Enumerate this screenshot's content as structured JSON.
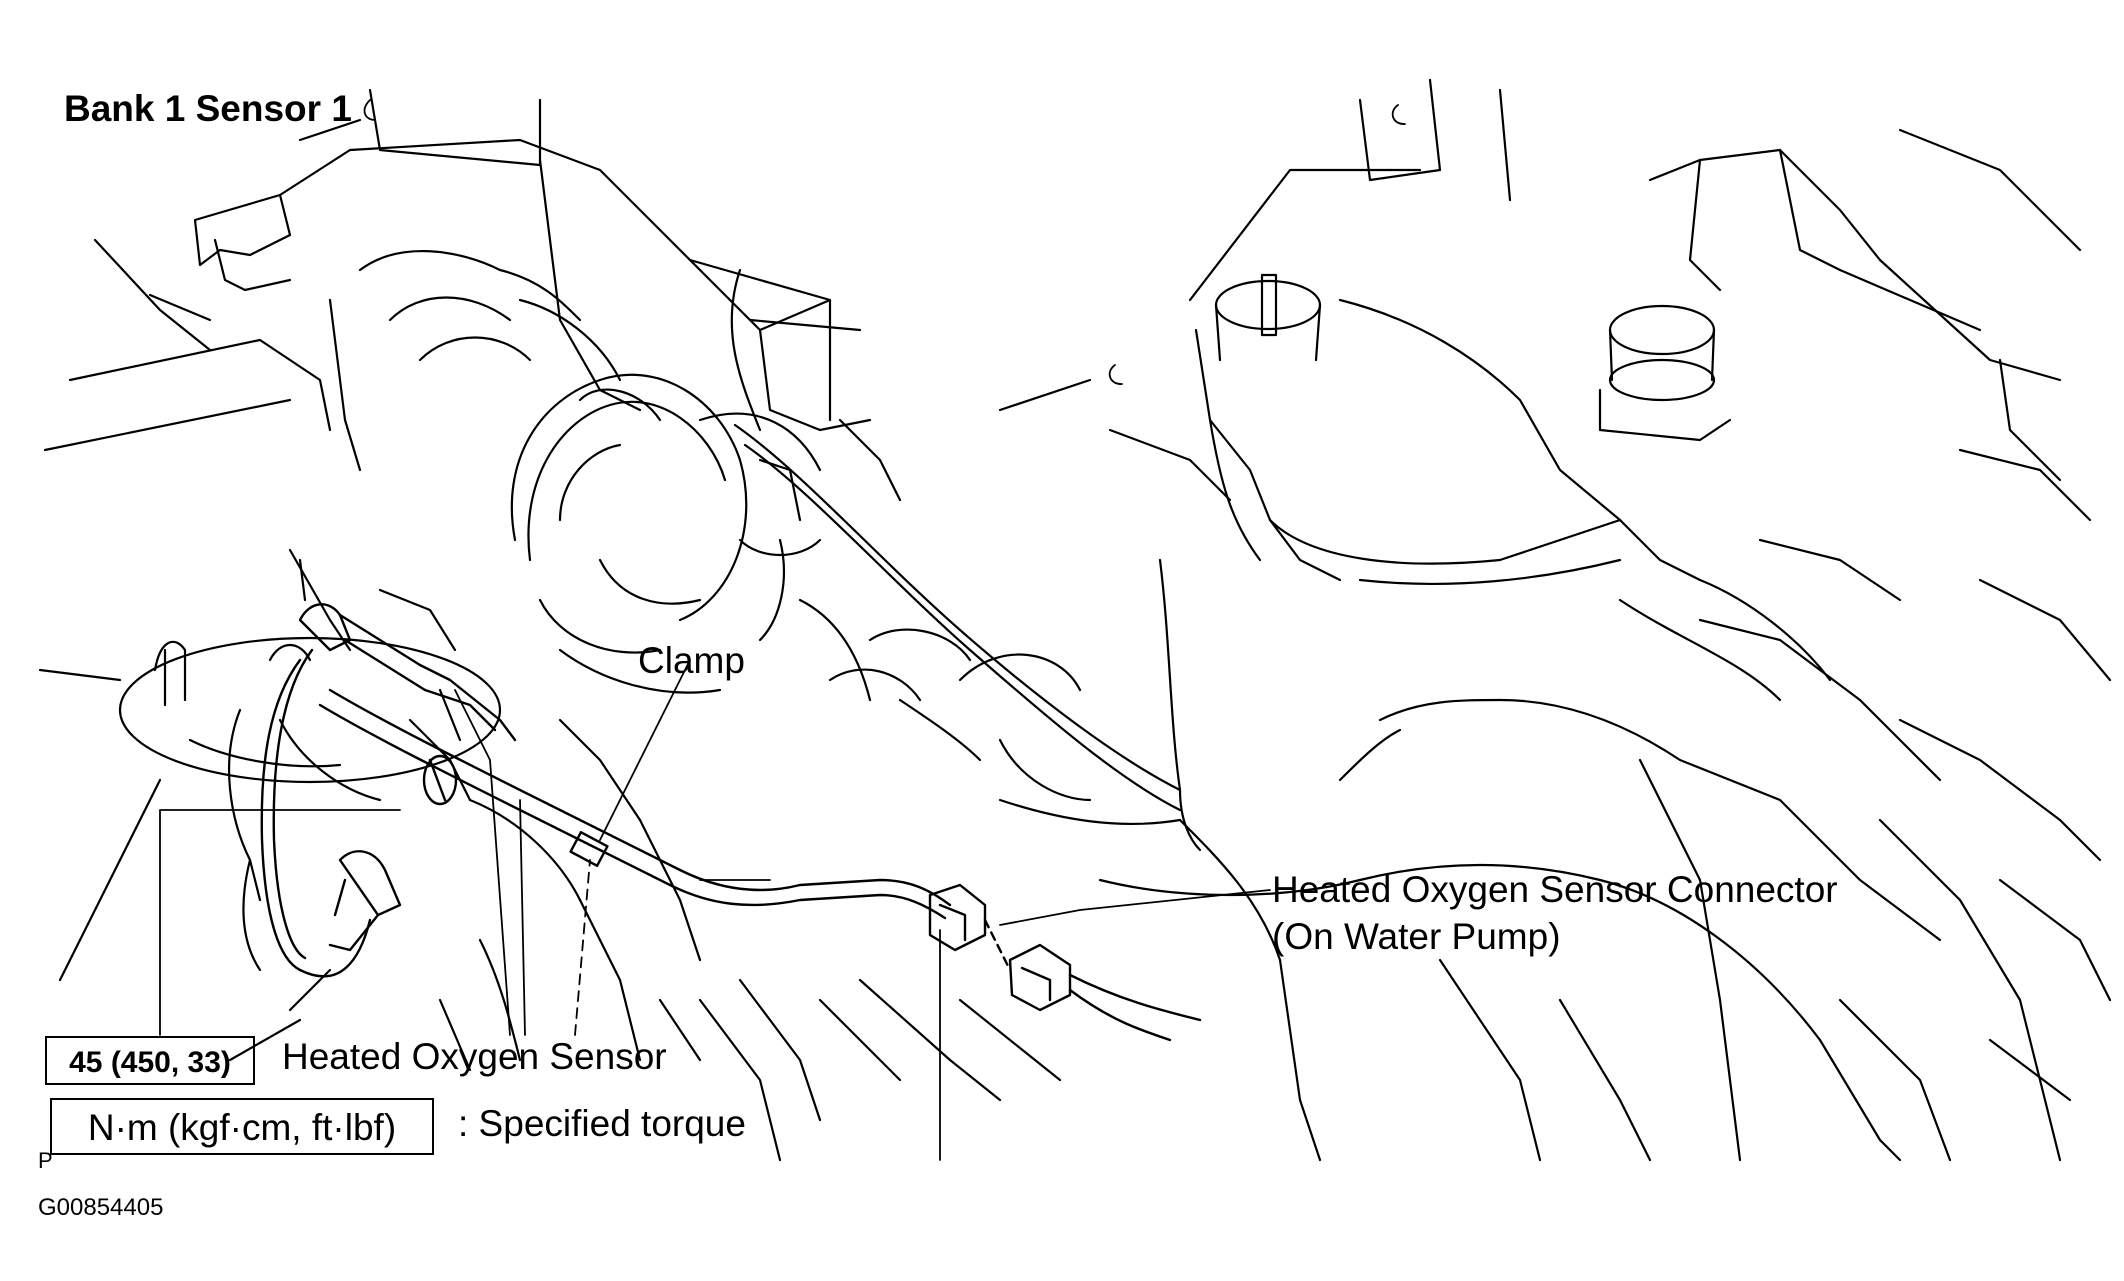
{
  "title": "Bank 1 Sensor 1",
  "labels": {
    "clamp": "Clamp",
    "connector_line1": "Heated Oxygen Sensor Connector",
    "connector_line2": "(On Water Pump)",
    "sensor": "Heated Oxygen Sensor"
  },
  "torque": {
    "value": "45 (450, 33)",
    "unit": "N·m (kgf·cm, ft·lbf)",
    "description": ": Specified torque"
  },
  "figure_code": "G00854405",
  "corner_mark": "P",
  "colors": {
    "ink": "#000000",
    "background": "#ffffff"
  }
}
